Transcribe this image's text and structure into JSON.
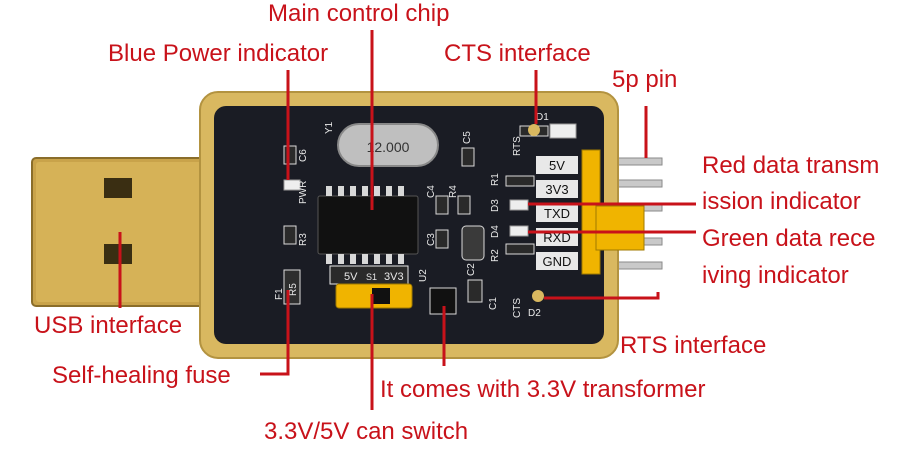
{
  "colors": {
    "annotation": "#c8121a",
    "board": "#1a1c24",
    "gold": "#d9b860",
    "silkscreen": "#e8e8e8",
    "header": "#f0b400",
    "usb": "#c9a34a"
  },
  "labels": {
    "main_chip": "Main control chip",
    "blue_power": "Blue Power indicator",
    "cts": "CTS interface",
    "five_p_pin": "5p pin",
    "red_tx_line1": "Red data transm",
    "red_tx_line2": "ission indicator",
    "green_rx_line1": "Green data rece",
    "green_rx_line2": "iving indicator",
    "usb": "USB interface",
    "rts": "RTS interface",
    "fuse": "Self-healing fuse",
    "transformer": "It comes with 3.3V transformer",
    "switch": "3.3V/5V can switch"
  },
  "board": {
    "crystal": "12.000",
    "pins": [
      "5V",
      "3V3",
      "TXD",
      "RXD",
      "GND"
    ],
    "rts_text": "RTS",
    "cts_text": "CTS",
    "pwr_text": "PWR",
    "jumper_5v": "5V",
    "jumper_3v3": "3V3",
    "refs": {
      "y1": "Y1",
      "c6": "C6",
      "c5": "C5",
      "c4": "C4",
      "r4": "R4",
      "r3": "R3",
      "c3": "C3",
      "c2": "C2",
      "r1": "R1",
      "r2": "R2",
      "d3": "D3",
      "d4": "D4",
      "d1": "D1",
      "d2": "D2",
      "u2": "U2",
      "s1": "S1",
      "f1": "F1",
      "c1": "C1",
      "r5": "R5"
    }
  }
}
